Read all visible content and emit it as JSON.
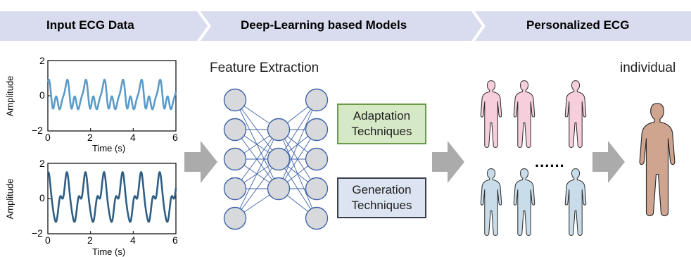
{
  "header": {
    "step1": "Input ECG Data",
    "step2": "Deep-Learning based Models",
    "step3": "Personalized ECG"
  },
  "sections": {
    "feature_extraction": "Feature Extraction",
    "individual": "individual"
  },
  "boxes": {
    "adaptation_line1": "Adaptation",
    "adaptation_line2": "Techniques",
    "generation_line1": "Generation",
    "generation_line2": "Techniques"
  },
  "ellipsis": "......",
  "plots": {
    "top": {
      "ylabel": "Amplitude",
      "xlabel": "Time (s)",
      "x_ticks": [
        "0",
        "2",
        "4",
        "6"
      ],
      "y_ticks": [
        "2",
        "0",
        "−2"
      ]
    },
    "bottom": {
      "ylabel": "Amplitude",
      "xlabel": "Time (s)",
      "x_ticks": [
        "0",
        "2",
        "4",
        "6"
      ],
      "y_ticks": [
        "2",
        "0",
        "−2"
      ]
    }
  },
  "colors": {
    "banner": "#d9dcef",
    "ecg_top": "#5b9bc8",
    "ecg_bottom": "#2f5f85",
    "node_fill": "#d7d9dc",
    "node_stroke": "#3f63a8",
    "adaptation_fill": "#d6e9c6",
    "adaptation_border": "#6a9b46",
    "generation_fill": "#dce4f2",
    "generation_border": "#3a3f4b",
    "human_pink": "#f7cfdc",
    "human_blue": "#c9dcea",
    "human_individual": "#cfa590",
    "arrow": "#ababab"
  }
}
